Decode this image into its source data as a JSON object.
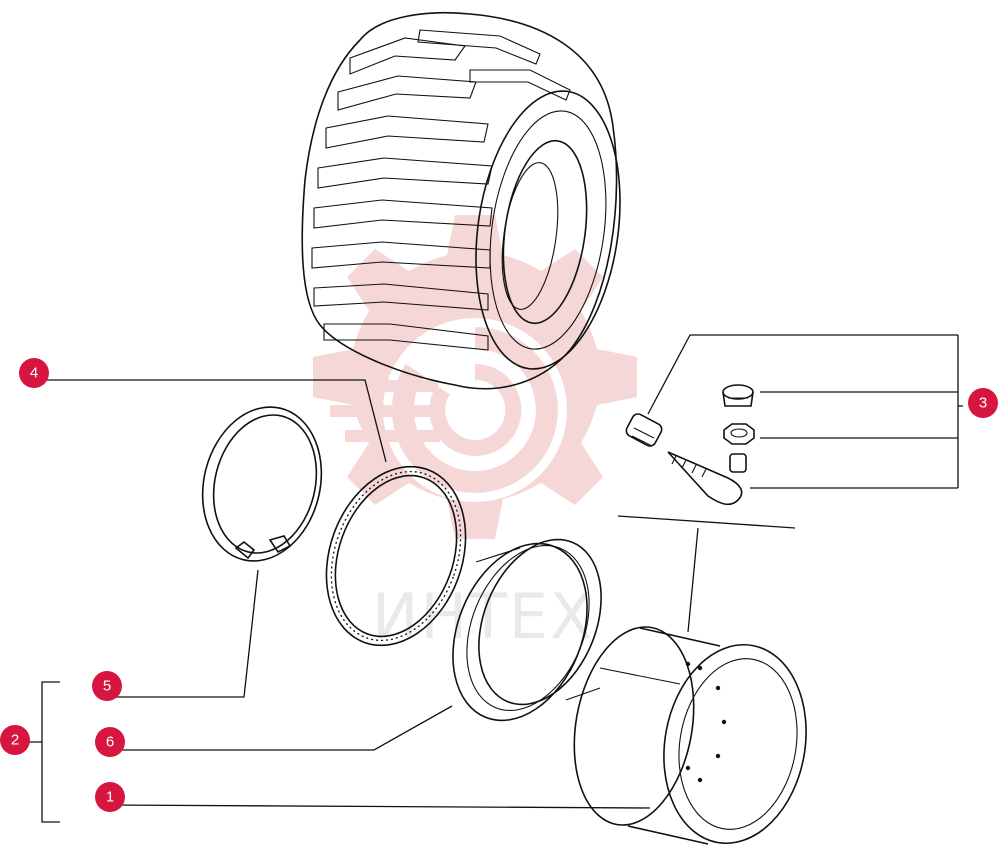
{
  "diagram": {
    "watermark": {
      "text": "ИНТЕХ",
      "color": "#f2c2c2"
    },
    "callout_color": "#d6163f",
    "callouts": [
      {
        "id": "4",
        "label": "4"
      },
      {
        "id": "3",
        "label": "3"
      },
      {
        "id": "5",
        "label": "5"
      },
      {
        "id": "2",
        "label": "2"
      },
      {
        "id": "6",
        "label": "6"
      },
      {
        "id": "1",
        "label": "1"
      }
    ],
    "parts": [
      {
        "name": "tire",
        "icon": "tire-icon"
      },
      {
        "name": "lock-ring",
        "icon": "lock-ring-icon"
      },
      {
        "name": "o-ring",
        "icon": "o-ring-icon"
      },
      {
        "name": "bead-seat-band",
        "icon": "bead-seat-band-icon"
      },
      {
        "name": "rim-wheel",
        "icon": "rim-wheel-icon"
      },
      {
        "name": "valve-stem",
        "icon": "valve-stem-icon"
      },
      {
        "name": "valve-cap",
        "icon": "valve-cap-icon"
      },
      {
        "name": "valve-nut",
        "icon": "valve-nut-icon"
      },
      {
        "name": "valve-elbow",
        "icon": "valve-elbow-icon"
      }
    ]
  }
}
